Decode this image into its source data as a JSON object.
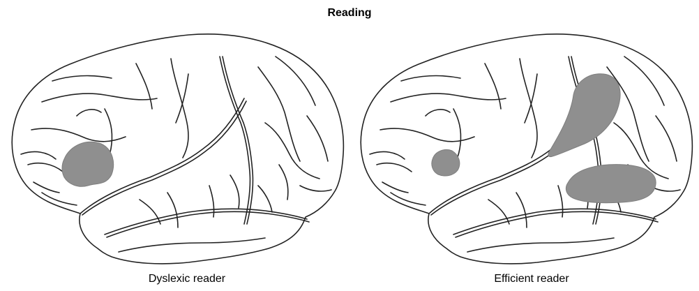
{
  "title": "Reading",
  "brains": [
    {
      "caption": "Dyslexic reader",
      "active_regions": [
        "inferior-frontal"
      ]
    },
    {
      "caption": "Efficient reader",
      "active_regions": [
        "inferior-frontal",
        "parieto-temporal",
        "occipito-temporal"
      ]
    }
  ],
  "colors": {
    "region_fill": "#8f8f8f",
    "outline": "#222222"
  }
}
